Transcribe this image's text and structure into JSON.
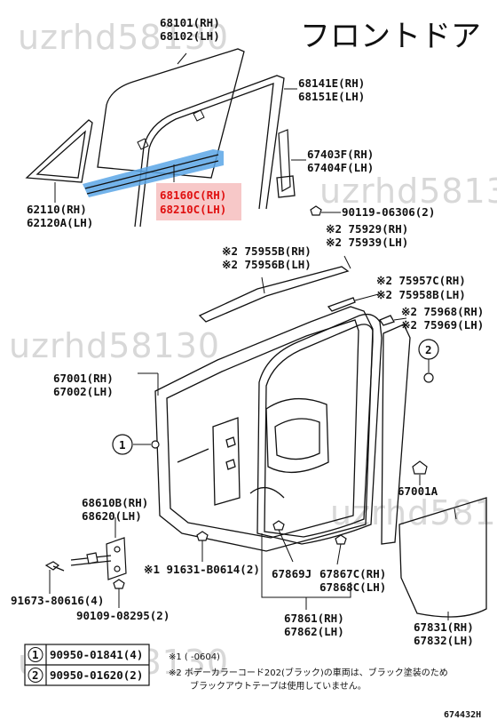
{
  "title": "フロントドア",
  "watermark": "uzrhd58130",
  "parts": {
    "p68101": [
      "68101(RH)",
      "68102(LH)"
    ],
    "p68141": [
      "68141E(RH)",
      "68151E(LH)"
    ],
    "p67403": [
      "67403F(RH)",
      "67404F(LH)"
    ],
    "p62110": [
      "62110(RH)",
      "62120A(LH)"
    ],
    "p68160": [
      "68160C(RH)",
      "68210C(LH)"
    ],
    "p90119": "90119-06306(2)",
    "p75929": [
      "※2 75929(RH)",
      "※2 75939(LH)"
    ],
    "p75955": [
      "※2 75955B(RH)",
      "※2 75956B(LH)"
    ],
    "p75957": [
      "※2 75957C(RH)",
      "※2 75958B(LH)"
    ],
    "p75968": [
      "※2 75968(RH)",
      "※2 75969(LH)"
    ],
    "p67001": [
      "67001(RH)",
      "67002(LH)"
    ],
    "p67001a": "67001A",
    "p68610": [
      "68610B(RH)",
      "68620(LH)"
    ],
    "p91631": "※1 91631-B0614(2)",
    "p91673": "91673-80616(4)",
    "p90109": "90109-08295(2)",
    "p67869": "67869J",
    "p67867": [
      "67867C(RH)",
      "67868C(LH)"
    ],
    "p67861": [
      "67861(RH)",
      "67862(LH)"
    ],
    "p67831": [
      "67831(RH)",
      "67832(LH)"
    ]
  },
  "callouts": {
    "c1": "1",
    "c2": "2"
  },
  "legend": [
    {
      "num": "1",
      "part": "90950-01841(4)"
    },
    {
      "num": "2",
      "part": "90950-01620(2)"
    }
  ],
  "notes": [
    "※1 (    -0604)",
    "※2 ボデーカラーコード202(ブラック)の車両は、ブラック塗装のため",
    "ブラックアウトテープは使用していません。"
  ],
  "sheet_id": "674432H",
  "colors": {
    "highlight_text": "#e01010",
    "highlight_part": "#5aa6e6",
    "line": "#111111"
  }
}
